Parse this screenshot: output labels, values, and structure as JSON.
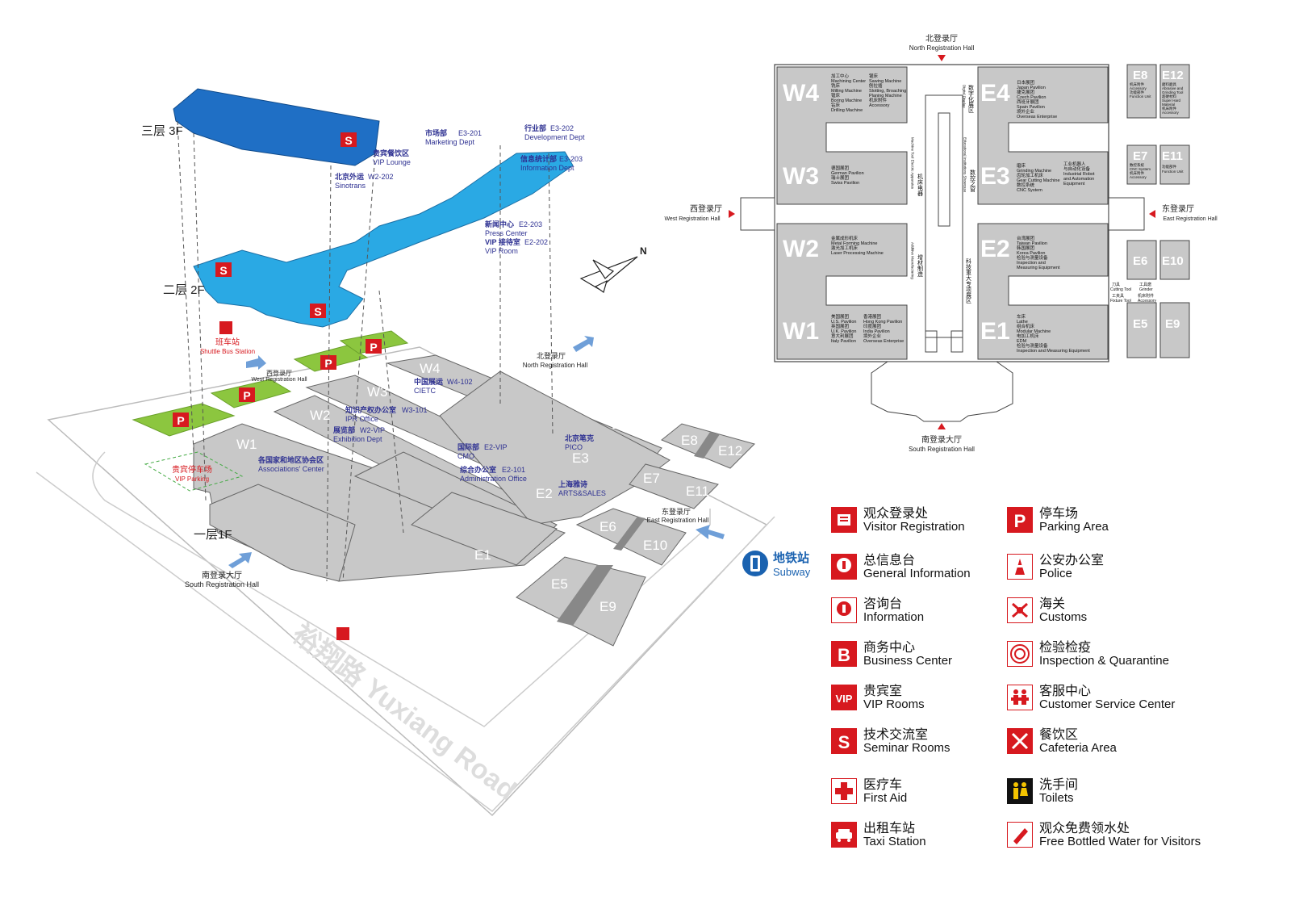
{
  "iso_map": {
    "floors": {
      "f3": "三层  3F",
      "f2": "二层 2F",
      "f1": "一层1F"
    },
    "offices_3f": [
      {
        "zh": "市场部",
        "code": "E3-201",
        "en": "Marketing Dept"
      },
      {
        "zh": "行业部",
        "code": "E3-202",
        "en": "Development Dept"
      },
      {
        "zh": "贵宾餐饮区",
        "code": "",
        "en": "VIP Lounge"
      },
      {
        "zh": "信息统计部",
        "code": "E3-203",
        "en": "Information Dept"
      },
      {
        "zh": "北京外运",
        "code": "W2-202",
        "en": "Sinotrans"
      },
      {
        "zh": "新闻中心",
        "code": "E2-203",
        "en": "Press Center"
      },
      {
        "zh": "VIP 接待室",
        "code": "E2-202",
        "en": "VIP Room"
      }
    ],
    "offices_1f": [
      {
        "zh": "中国展运",
        "code": "W4-102",
        "en": "CIETC"
      },
      {
        "zh": "知识产权办公室",
        "code": "W3-101",
        "en": "IPR Office"
      },
      {
        "zh": "展览部",
        "code": "W2-VIP",
        "en": "Exhibition Dept"
      },
      {
        "zh": "国际部",
        "code": "E2-VIP",
        "en": "CMO"
      },
      {
        "zh": "各国家和地区协会区",
        "code": "",
        "en": "Associations' Center"
      },
      {
        "zh": "综合办公室",
        "code": "E2-101",
        "en": "Administration Office"
      },
      {
        "zh": "北京笔克",
        "code": "",
        "en": "PICO"
      },
      {
        "zh": "上海雅诗",
        "code": "",
        "en": "ARTS&SALES"
      }
    ],
    "halls": [
      "W1",
      "W2",
      "W3",
      "W4",
      "E1",
      "E2",
      "E3",
      "E4",
      "E5",
      "E6",
      "E7",
      "E8",
      "E9",
      "E10",
      "E11",
      "E12"
    ],
    "shuttle": {
      "zh": "班车站",
      "en": "Shuttle Bus Station"
    },
    "vip_parking": {
      "zh": "贵宾停车场",
      "en": "VIP Parking"
    },
    "west_reg": {
      "zh": "西登录厅",
      "en": "West Registration Hall"
    },
    "north_reg": {
      "zh": "北登录厅",
      "en": "North Registration Hall"
    },
    "east_reg": {
      "zh": "东登录厅",
      "en": "East Registration Hall"
    },
    "south_reg": {
      "zh": "南登录大厅",
      "en": "South Registration Hall"
    },
    "road": "裕翔路 Yuxiang Road",
    "north_mark": "N",
    "parking_letter": "P",
    "seminar_letter": "S"
  },
  "plan": {
    "north": {
      "zh": "北登录厅",
      "en": "North Registration Hall"
    },
    "south": {
      "zh": "南登录大厅",
      "en": "South Registration Hall"
    },
    "west": {
      "zh": "西登录厅",
      "en": "West Registration Hall"
    },
    "east": {
      "zh": "东登录厅",
      "en": "East Registration Hall"
    },
    "halls": [
      {
        "id": "W4",
        "desc": [
          "加工中心",
          "Machining Center",
          "铣床",
          "Milling Machine",
          "镗床",
          "Boring Machine",
          "钻床",
          "Drilling Machine"
        ],
        "desc2": [
          "锯床",
          "Sawing Machine",
          "刨拉插",
          "Slotting, Broaching",
          "Planing Machine",
          "机床附件",
          "Accessory"
        ]
      },
      {
        "id": "W3",
        "desc": [
          "德国展团",
          "German Pavilion",
          "瑞士展团",
          "Swiss Pavilion"
        ],
        "desc2": []
      },
      {
        "id": "W2",
        "desc": [
          "金属成形机床",
          "Metal Forming Machine",
          "激光加工机床",
          "Laser Processing Machine"
        ],
        "desc2": []
      },
      {
        "id": "W1",
        "desc": [
          "美国展团",
          "U.S. Pavilion",
          "英国展团",
          "U.K. Pavilion",
          "意大利展团",
          "Italy Pavilion"
        ],
        "desc2": [
          "香港展团",
          "Hong Kong Pavilion",
          "印度展团",
          "India Pavilion",
          "境外企业",
          "Overseas Enterprise"
        ]
      },
      {
        "id": "E4",
        "desc": [
          "日本展团",
          "Japan Pavilion",
          "捷克展团",
          "Czech Pavilion",
          "西班牙展团",
          "Spain Pavilion",
          "境外企业",
          "Overseas Enterprise"
        ],
        "desc2": []
      },
      {
        "id": "E3",
        "desc": [
          "磨床",
          "Grinding Machine",
          "齿轮加工机床",
          "Gear Cutting Machine",
          "数控系统",
          "CNC System"
        ],
        "desc2": [
          "工业机器人",
          "与自动化设备",
          "Industrial Robot",
          "and Automation",
          "Equipment"
        ]
      },
      {
        "id": "E2",
        "desc": [
          "台湾展团",
          "Taiwan Pavilion",
          "韩国展团",
          "Korea Pavilion",
          "检验与测量设备",
          "Inspection and",
          "Measuring Equipment"
        ],
        "desc2": []
      },
      {
        "id": "E1",
        "desc": [
          "车床",
          "Lathe",
          "组合机床",
          "Modular Machine",
          "电加工机床",
          "EDM",
          "检验与测量设备",
          "Inspection and Measuring Equipment"
        ],
        "desc2": []
      },
      {
        "id": "E8",
        "desc": [
          "机床附件",
          "Accessory",
          "功能部件",
          "Function Unit"
        ],
        "desc2": []
      },
      {
        "id": "E12",
        "desc": [
          "磨料磨具",
          "Abrasive and",
          "Grinding Tool",
          "超硬材料",
          "Super Hard",
          "Material",
          "机床附件",
          "Accessory"
        ],
        "desc2": []
      },
      {
        "id": "E7",
        "desc": [
          "数控系统",
          "CNC System",
          "机床附件",
          "Accessory"
        ],
        "desc2": []
      },
      {
        "id": "E11",
        "desc": [
          "功能部件",
          "Function Unit"
        ],
        "desc2": []
      },
      {
        "id": "E6",
        "desc": [],
        "desc2": []
      },
      {
        "id": "E10",
        "desc": [],
        "desc2": []
      },
      {
        "id": "E5",
        "desc": [],
        "desc2": []
      },
      {
        "id": "E9",
        "desc": [],
        "desc2": []
      }
    ],
    "corridor_labels": {
      "digital": [
        "数字化展区",
        "Digital Display"
      ],
      "machine_tool": [
        "机床电器",
        "Machine Tool Electric Apparatus"
      ],
      "educational": [
        "数控之窗",
        "Educational Institutions Showcase"
      ],
      "additive": [
        "增材制造",
        "Additive Manufacturing"
      ],
      "special": [
        "科技重大专项展区"
      ]
    },
    "e_side": {
      "cutting": [
        "刀具",
        "Cutting Tool"
      ],
      "grinder": [
        "工具磨",
        "Grinder"
      ],
      "fixture": [
        "工夹具",
        "Fixture Tool"
      ],
      "accessory": [
        "机床附件",
        "Accessory"
      ]
    }
  },
  "subway": {
    "zh": "地铁站",
    "en": "Subway"
  },
  "legend": [
    {
      "icon": "visitor-registration-icon",
      "zh": "观众登录处",
      "en": "Visitor Registration"
    },
    {
      "icon": "parking-icon",
      "zh": "停车场",
      "en": "Parking Area"
    },
    {
      "icon": "general-information-icon",
      "zh": "总信息台",
      "en": "General Information"
    },
    {
      "icon": "police-icon",
      "zh": "公安办公室",
      "en": "Police"
    },
    {
      "icon": "information-icon",
      "zh": "咨询台",
      "en": "Information"
    },
    {
      "icon": "customs-icon",
      "zh": "海关",
      "en": "Customs"
    },
    {
      "icon": "business-center-icon",
      "zh": "商务中心",
      "en": "Business Center"
    },
    {
      "icon": "inspection-quarantine-icon",
      "zh": "检验检疫",
      "en": "Inspection & Quarantine"
    },
    {
      "icon": "vip-rooms-icon",
      "zh": "贵宾室",
      "en": "VIP Rooms"
    },
    {
      "icon": "customer-service-icon",
      "zh": "客服中心",
      "en": "Customer Service Center"
    },
    {
      "icon": "seminar-rooms-icon",
      "zh": "技术交流室",
      "en": "Seminar Rooms"
    },
    {
      "icon": "cafeteria-icon",
      "zh": "餐饮区",
      "en": "Cafeteria Area"
    },
    {
      "icon": "first-aid-icon",
      "zh": "医疗车",
      "en": "First Aid"
    },
    {
      "icon": "toilets-icon",
      "zh": "洗手间",
      "en": "Toilets"
    },
    {
      "icon": "taxi-station-icon",
      "zh": "出租车站",
      "en": "Taxi Station"
    },
    {
      "icon": "free-water-icon",
      "zh": "观众免费领水处",
      "en": "Free Bottled Water for Visitors"
    }
  ],
  "colors": {
    "floor3": "#1f6fc5",
    "floor2": "#2aa9e4",
    "hall_gray": "#c8c8c8",
    "parking_green": "#8cc63f",
    "accent_red": "#d7191f",
    "label_blue": "#2e3192"
  }
}
